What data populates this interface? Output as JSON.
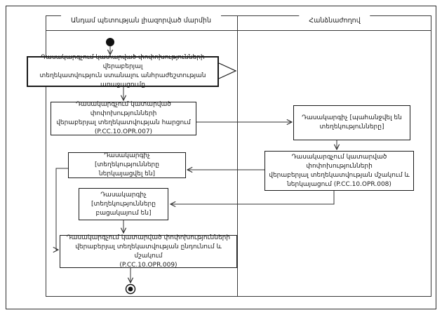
{
  "lanes": {
    "left": {
      "title": "Անդամ պետության լիազորված մարմին"
    },
    "right": {
      "title": "Հանձնաժողով"
    }
  },
  "nodes": {
    "trigger": {
      "lines": [
        "Դասակարգչում կատարված փոփոխությունների վերաբերյալ",
        "տեղեկատվություն ստանալու անհրաժեշտության առաջացումը"
      ]
    },
    "request": {
      "lines": [
        "Դասակարգչում կատարված փոփոխությունների",
        "վերաբերյալ տեղեկատվության հարցում",
        "(P.CC.10.OPR.007)"
      ]
    },
    "state_requested": {
      "lines": [
        "Դասակարգիչ [պահանջվել են",
        "տեղեկությունները]"
      ]
    },
    "process_present": {
      "lines": [
        "Դասակարգչում կատարված փոփոխությունների",
        "վերաբերյալ տեղեկատվության մշակում և",
        "ներկայացում (P.CC.10.OPR.008)"
      ]
    },
    "state_presented": {
      "lines": [
        "Դասակարգիչ [տեղեկությունները",
        "ներկայացվել են]"
      ]
    },
    "state_absent": {
      "lines": [
        "Դասակարգիչ",
        "[տեղեկությունները",
        "բացակայում են]"
      ]
    },
    "receive_process": {
      "lines": [
        "Դասակարգչում կատարված փոփոխությունների",
        "վերաբերյալ տեղեկատվության ընդունում և մշակում",
        "(P.CC.10.OPR.009)"
      ]
    }
  },
  "icons": {
    "start": "initial-node-filled-circle",
    "end": "final-node-bullseye",
    "signal": "send-signal-chevron"
  },
  "colors": {
    "line": "#333333",
    "border": "#1a1a1a",
    "background": "#ffffff",
    "text": "#1a1a1a"
  }
}
